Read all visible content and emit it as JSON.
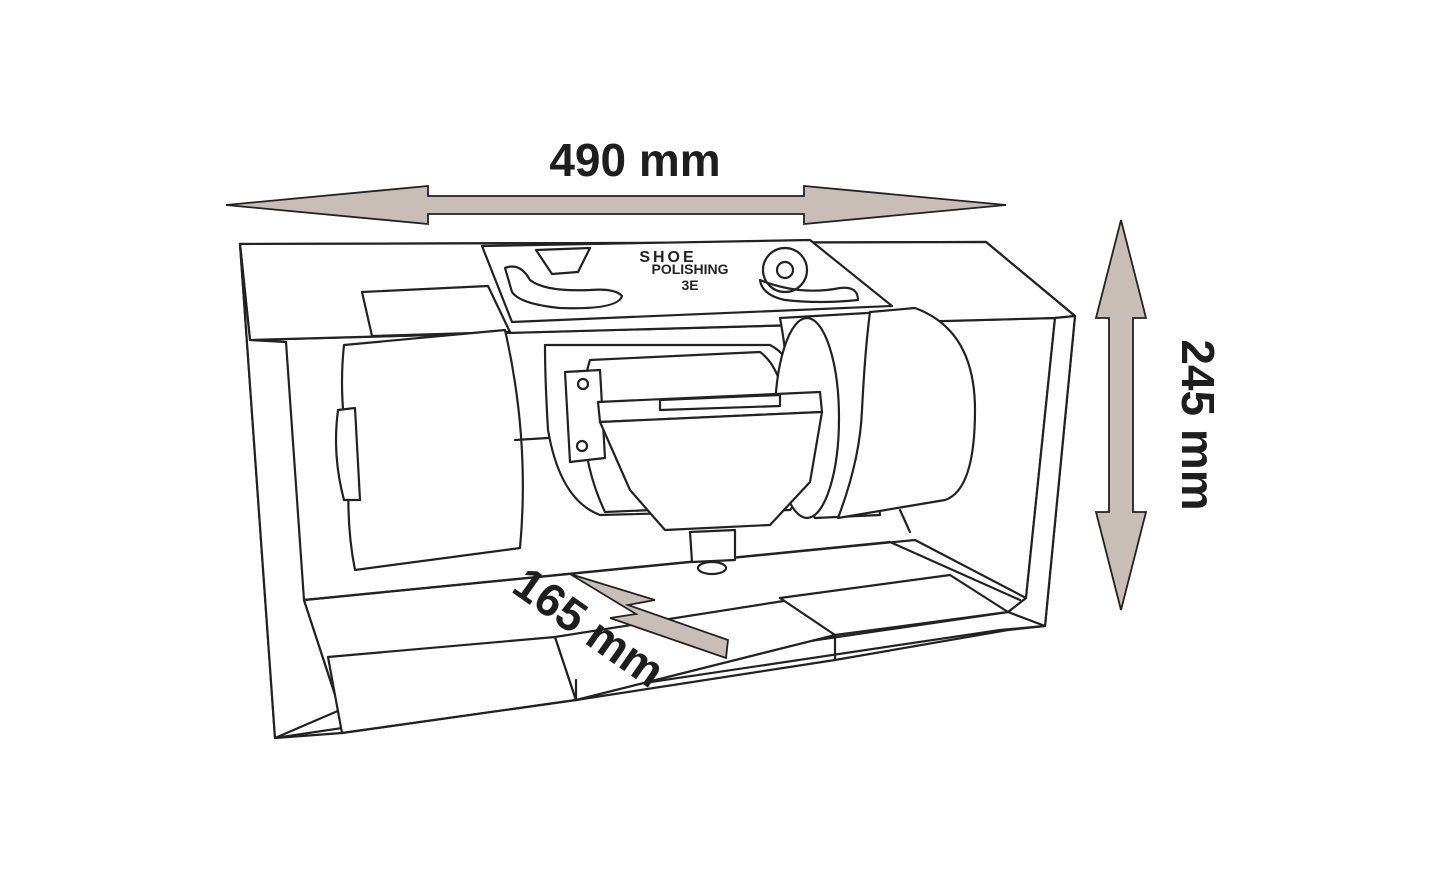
{
  "dimensions": {
    "width_label": "490 mm",
    "height_label": "245 mm",
    "depth_label": "165 mm"
  },
  "plate": {
    "line1": "SHOE",
    "line2": "POLISHING",
    "line3": "3E"
  },
  "colors": {
    "arrow_fill": "#c9bdb8",
    "outline": "#222222",
    "background": "#ffffff"
  }
}
